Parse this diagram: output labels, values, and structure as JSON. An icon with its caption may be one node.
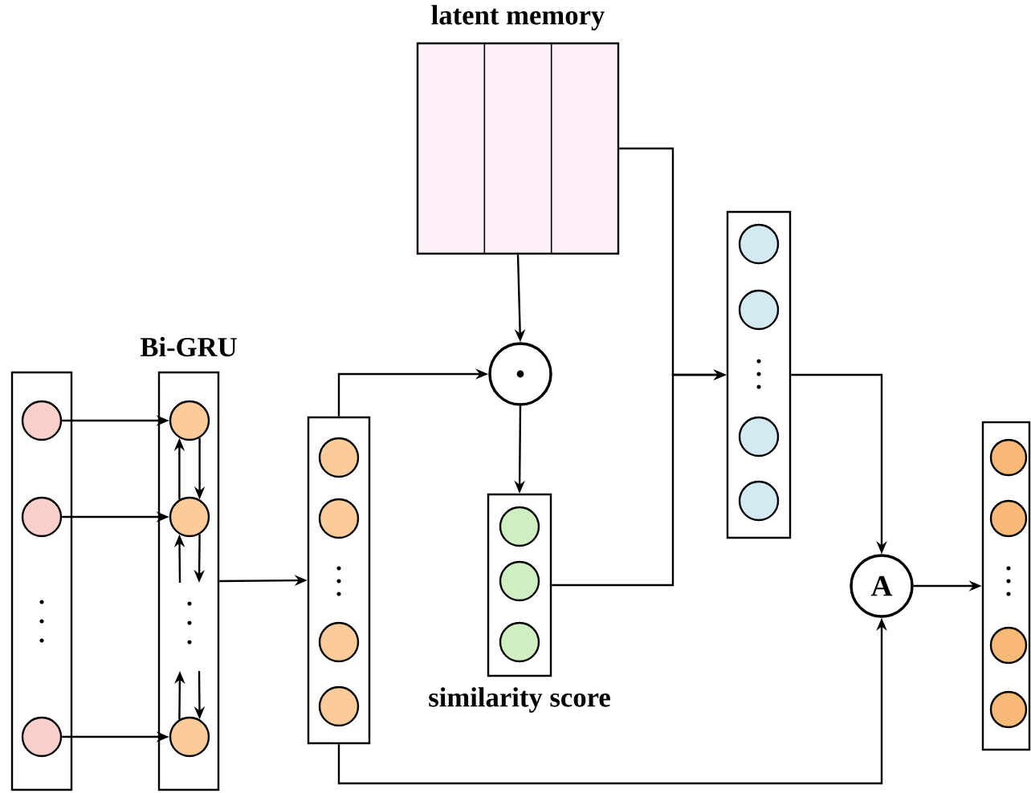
{
  "diagram": {
    "nodes": [
      {
        "text": [],
        "shape": "box"
      },
      {
        "text": [],
        "shape": "circle",
        "in": 0
      },
      {
        "text": [],
        "shape": "circle",
        "in": 0
      },
      {
        "text": [],
        "shape": "circle",
        "in": 0
      },
      {
        "text": [
          "Bi-GRU"
        ]
      },
      {
        "text": [],
        "shape": "circle",
        "in": 4
      },
      {
        "text": [],
        "shape": "circle",
        "in": 4
      },
      {
        "text": [],
        "shape": "circle",
        "in": 4
      },
      {
        "text": [],
        "shape": "box"
      },
      {
        "text": [],
        "shape": "circle",
        "in": 8
      },
      {
        "text": [],
        "shape": "circle",
        "in": 8
      },
      {
        "text": [],
        "shape": "circle",
        "in": 8
      },
      {
        "text": [],
        "shape": "circle",
        "in": 8
      },
      {
        "text": [
          "latent memory"
        ]
      },
      {
        "text": [],
        "shape": "circle"
      },
      {
        "text": [
          "similarity score"
        ]
      },
      {
        "text": [],
        "shape": "circle",
        "in": 15
      },
      {
        "text": [],
        "shape": "circle",
        "in": 15
      },
      {
        "text": [],
        "shape": "circle",
        "in": 15
      },
      {
        "text": [],
        "shape": "box"
      },
      {
        "text": [],
        "shape": "circle",
        "in": 19
      },
      {
        "text": [],
        "shape": "circle",
        "in": 19
      },
      {
        "text": [],
        "shape": "circle",
        "in": 19
      },
      {
        "text": [],
        "shape": "circle",
        "in": 19
      },
      {
        "text": [
          "A"
        ]
      },
      {
        "text": [],
        "shape": "box"
      },
      {
        "text": [],
        "shape": "circle",
        "in": 25
      },
      {
        "text": [],
        "shape": "circle",
        "in": 25
      },
      {
        "text": [],
        "shape": "circle",
        "in": 25
      },
      {
        "text": [],
        "shape": "circle",
        "in": 25
      }
    ],
    "edges": [
      {
        "from": 1,
        "to": 5,
        "arrow": "to"
      },
      {
        "from": 2,
        "to": 6,
        "arrow": "to"
      },
      {
        "from": 3,
        "to": 7,
        "arrow": "to"
      },
      {
        "from": 6,
        "to": 5,
        "arrow": "to"
      },
      {
        "from": 5,
        "to": 6,
        "arrow": "to"
      },
      {
        "from": null,
        "to": 6,
        "arrow": "to"
      },
      {
        "from": 6,
        "to": null,
        "arrow": "to"
      },
      {
        "from": 7,
        "to": null,
        "arrow": "to"
      },
      {
        "from": null,
        "to": 7,
        "arrow": "to"
      },
      {
        "from": 4,
        "to": 8,
        "arrow": "to"
      },
      {
        "from": 8,
        "to": 14,
        "arrow": "to"
      },
      {
        "from": 13,
        "to": 14,
        "arrow": "to"
      },
      {
        "from": 14,
        "to": 15,
        "arrow": "to"
      },
      {
        "from": 13,
        "to": 19,
        "arrow": "to"
      },
      {
        "from": 15,
        "to": 19,
        "arrow": "to"
      },
      {
        "from": 19,
        "to": 24,
        "arrow": "to"
      },
      {
        "from": 8,
        "to": 24,
        "arrow": "to"
      },
      {
        "from": 24,
        "to": 25,
        "arrow": "to"
      }
    ]
  }
}
